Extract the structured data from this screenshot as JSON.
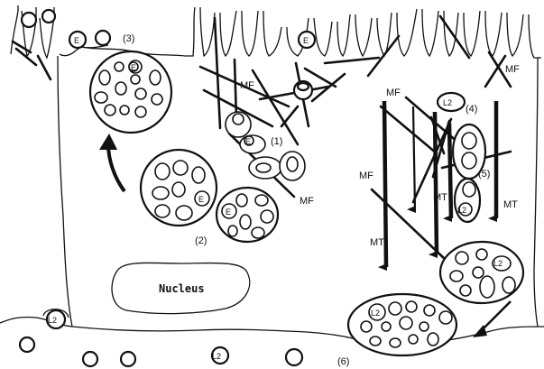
{
  "figure": {
    "labels": {
      "step1": "(1)",
      "step2": "(2)",
      "step3": "(3)",
      "step4": "(4)",
      "step5": "(5)",
      "step6": "(6)",
      "nucleus": "Nucleus",
      "mf": "MF",
      "mt": "MT",
      "e": "E",
      "l2": "L2"
    }
  }
}
